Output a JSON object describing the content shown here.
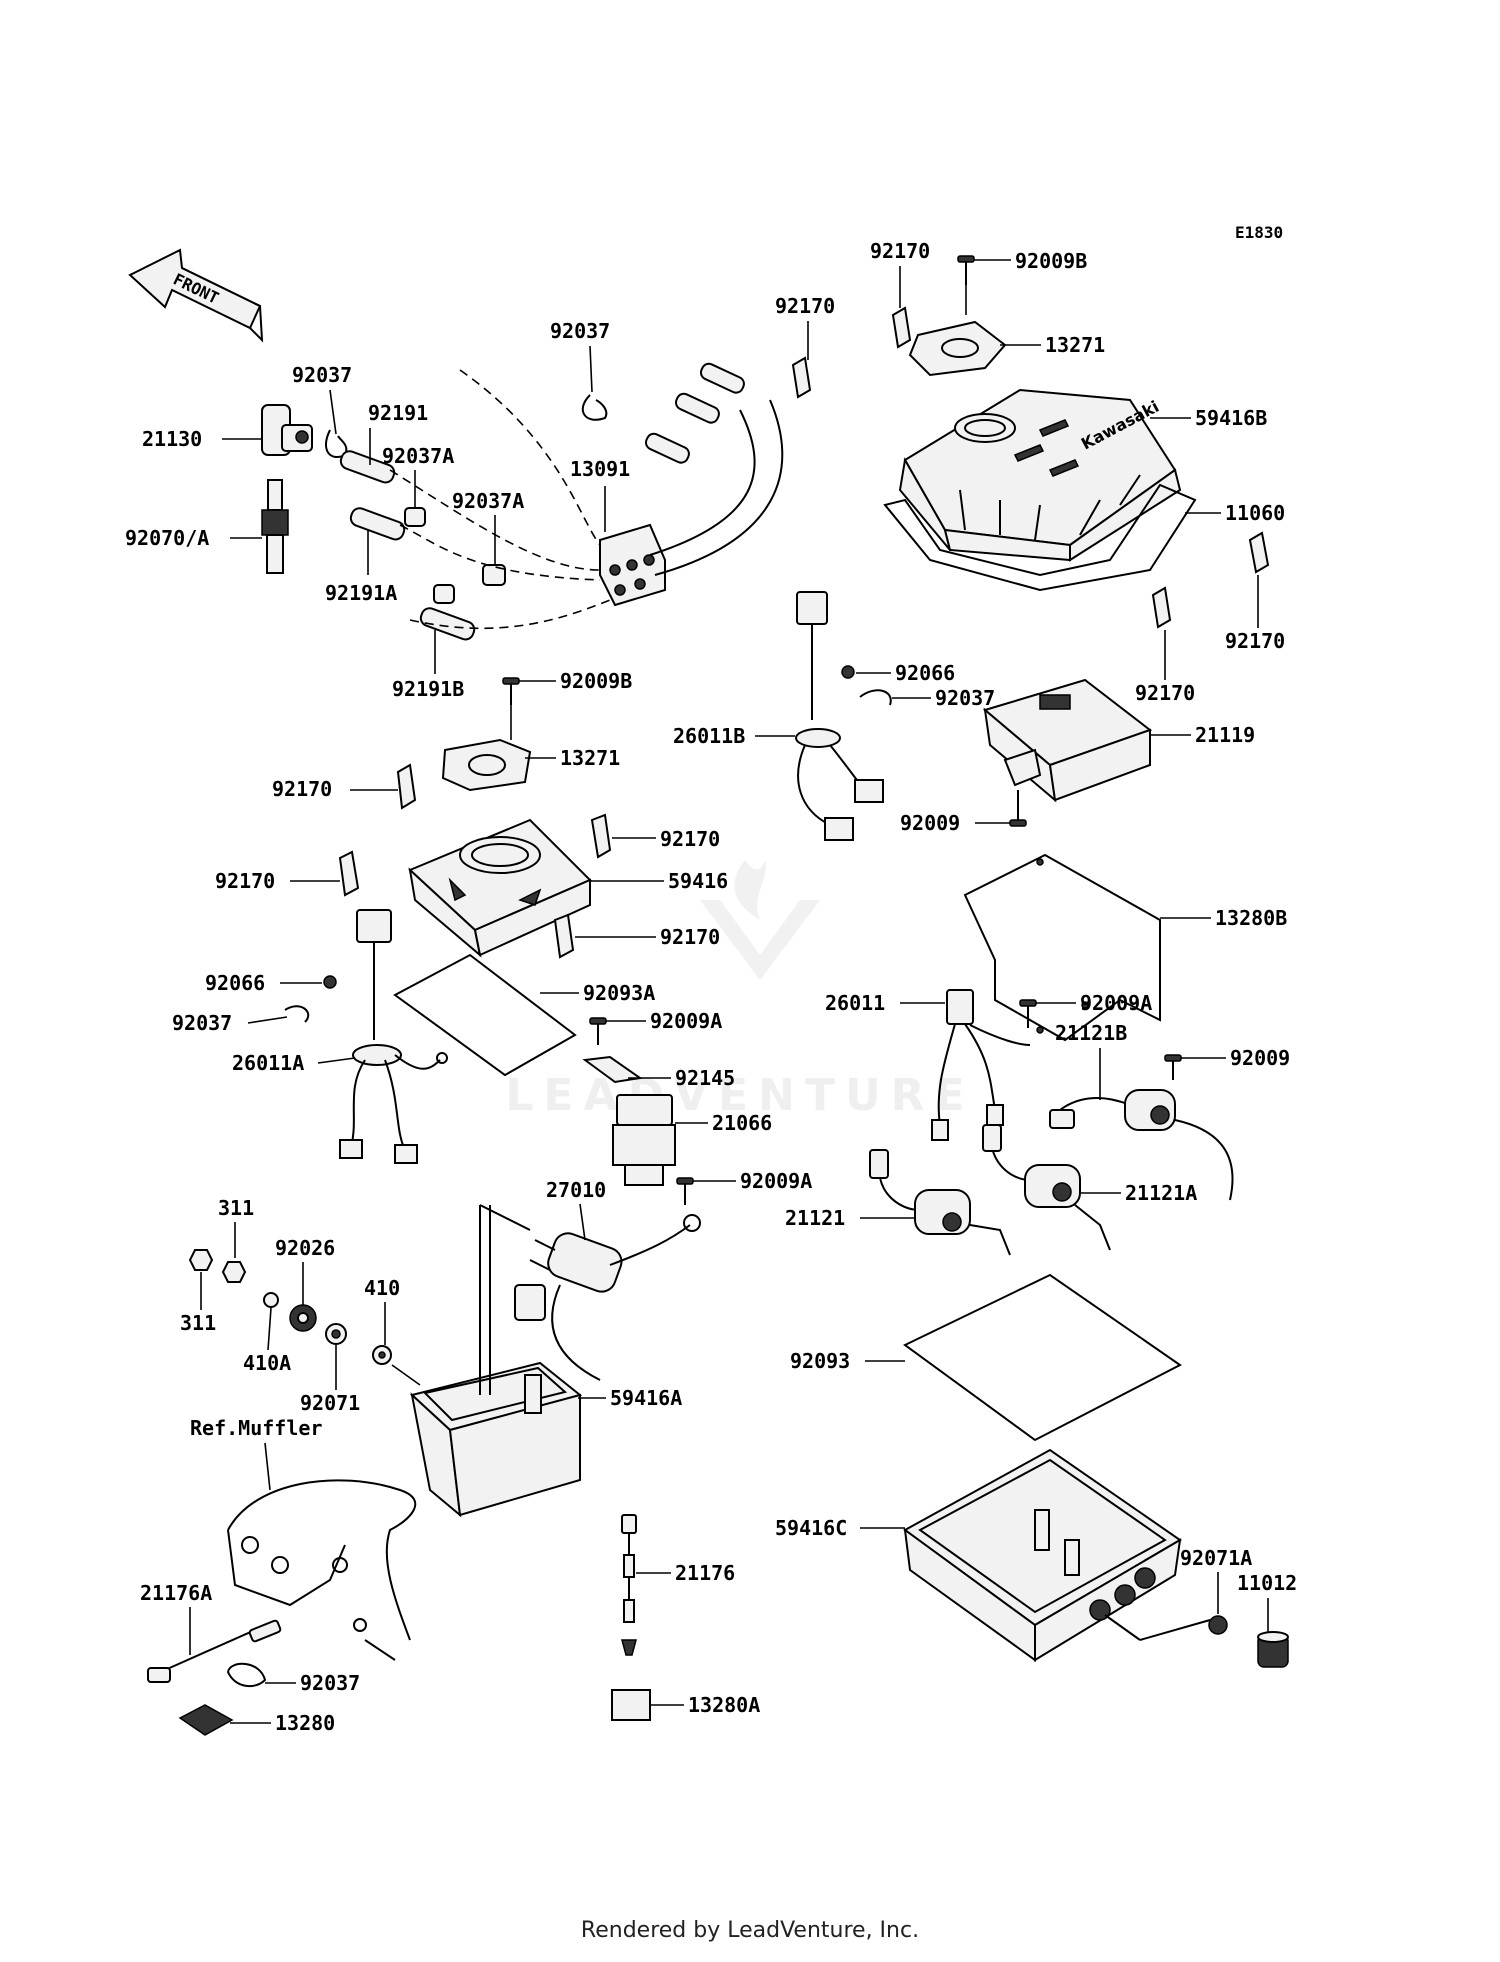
{
  "diagram_code": "E1830",
  "direction_label": "FRONT",
  "footer": "Rendered by LeadVenture, Inc.",
  "watermark": "LEADVENTURE",
  "reference": "Ref.Muffler",
  "parts": {
    "p21130": "21130",
    "p92037_a": "92037",
    "p92191": "92191",
    "p92037A_a": "92037A",
    "p92037A_b": "92037A",
    "p92070": "92070/A",
    "p92191A": "92191A",
    "p92191B": "92191B",
    "p92037_b": "92037",
    "p13091": "13091",
    "p92009B_a": "92009B",
    "p13271_a": "13271",
    "p92170_a": "92170",
    "p92170_b": "92170",
    "p92170_c": "92170",
    "p59416": "59416",
    "p92170_d": "92170",
    "p92066_a": "92066",
    "p92093A": "92093A",
    "p92037_c": "92037",
    "p92009A_a": "92009A",
    "p26011A": "26011A",
    "p92145": "92145",
    "p21066": "21066",
    "p311_a": "311",
    "p92026": "92026",
    "p27010": "27010",
    "p92009A_b": "92009A",
    "p410": "410",
    "p311_b": "311",
    "p410A": "410A",
    "p92071": "92071",
    "p59416A": "59416A",
    "p21176A": "21176A",
    "p21176": "21176",
    "p92037_d": "92037",
    "p13280": "13280",
    "p13280A": "13280A",
    "p92170_e": "92170",
    "p92009B_b": "92009B",
    "p92170_f": "92170",
    "p13271_b": "13271",
    "p59416B": "59416B",
    "p11060": "11060",
    "p92170_g": "92170",
    "p92170_h": "92170",
    "p92066_b": "92066",
    "p92037_e": "92037",
    "p26011B": "26011B",
    "p21119": "21119",
    "p92009_a": "92009",
    "p13280B": "13280B",
    "p26011": "26011",
    "p92009A_c": "92009A",
    "p21121B": "21121B",
    "p92009_b": "92009",
    "p21121A": "21121A",
    "p21121": "21121",
    "p92093": "92093",
    "p59416C": "59416C",
    "p92071A": "92071A",
    "p11012": "11012"
  }
}
